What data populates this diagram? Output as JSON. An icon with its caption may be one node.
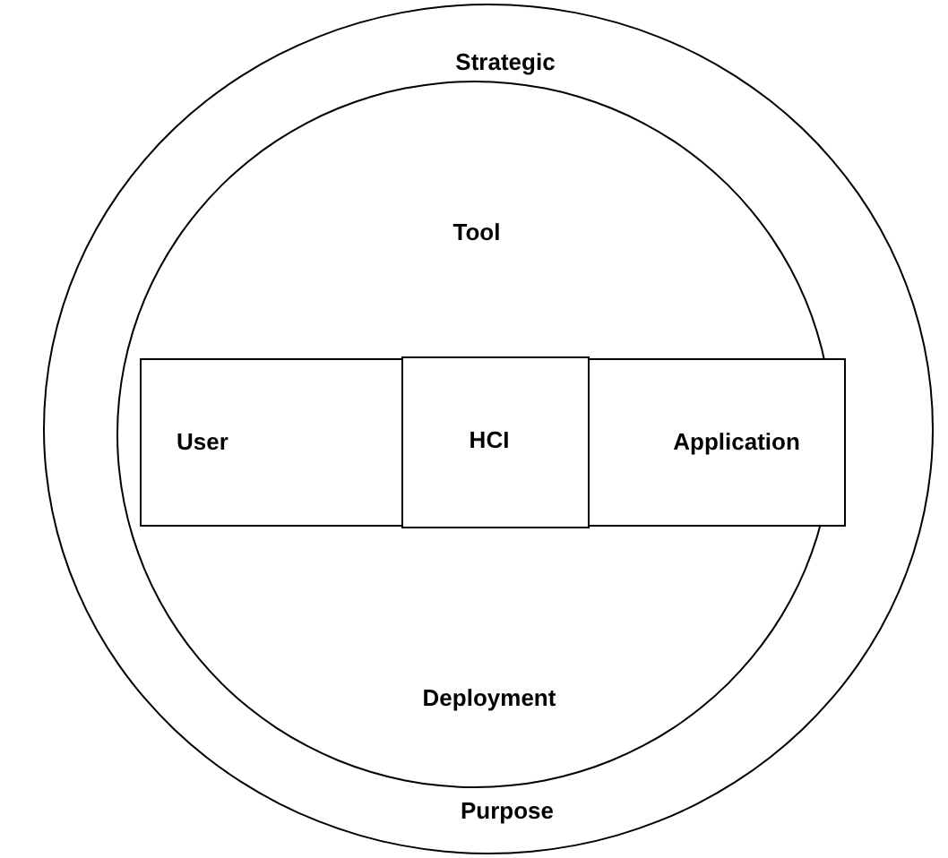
{
  "diagram": {
    "nodes": [
      {
        "text": [
          "Strategic",
          "Purpose"
        ]
      },
      {
        "text": [
          "Tool",
          "Deployment"
        ],
        "in": 0
      },
      {
        "text": [
          "User"
        ],
        "in": 1
      },
      {
        "text": [
          "HCI"
        ],
        "in": 1
      },
      {
        "text": [
          "Application"
        ],
        "in": 1
      }
    ]
  }
}
